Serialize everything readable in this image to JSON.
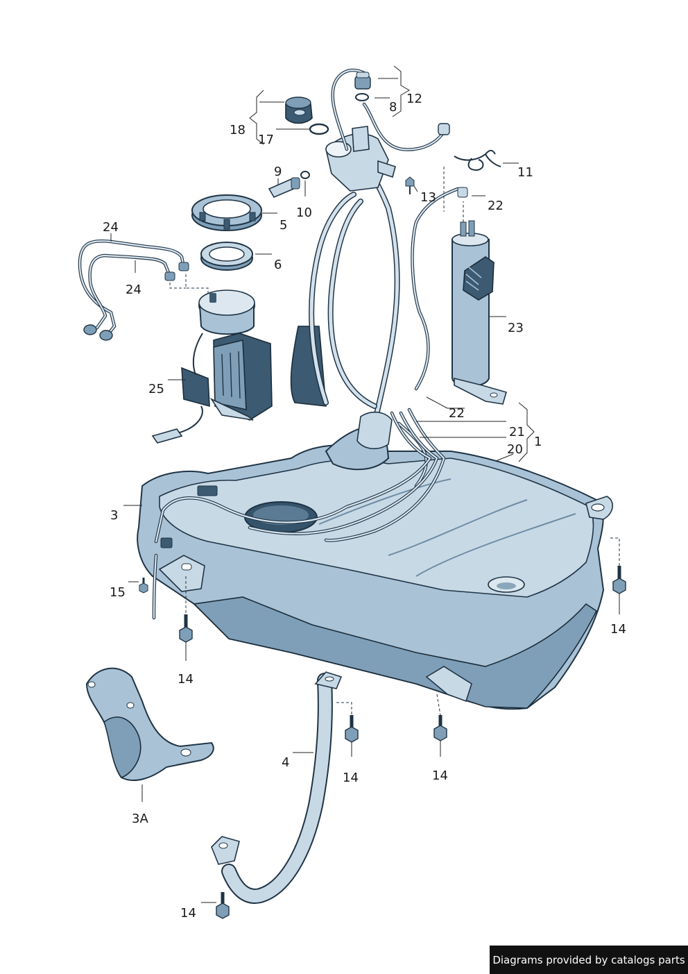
{
  "labels": {
    "l1": "1",
    "l3": "3",
    "l3a": "3A",
    "l4": "4",
    "l5": "5",
    "l6": "6",
    "l8": "8",
    "l9": "9",
    "l10": "10",
    "l11": "11",
    "l12": "12",
    "l13": "13",
    "l14a": "14",
    "l14b": "14",
    "l14c": "14",
    "l14d": "14",
    "l14e": "14",
    "l15": "15",
    "l17": "17",
    "l18": "18",
    "l20": "20",
    "l21": "21",
    "l22a": "22",
    "l22b": "22",
    "l23": "23",
    "l24a": "24",
    "l24b": "24",
    "l25": "25"
  },
  "credit": "Diagrams provided by catalogs parts",
  "colors": {
    "metal_light": "#c8d9e6",
    "metal": "#a9c2d6",
    "metal_dark": "#3c5a72",
    "outline": "#1f3344"
  }
}
